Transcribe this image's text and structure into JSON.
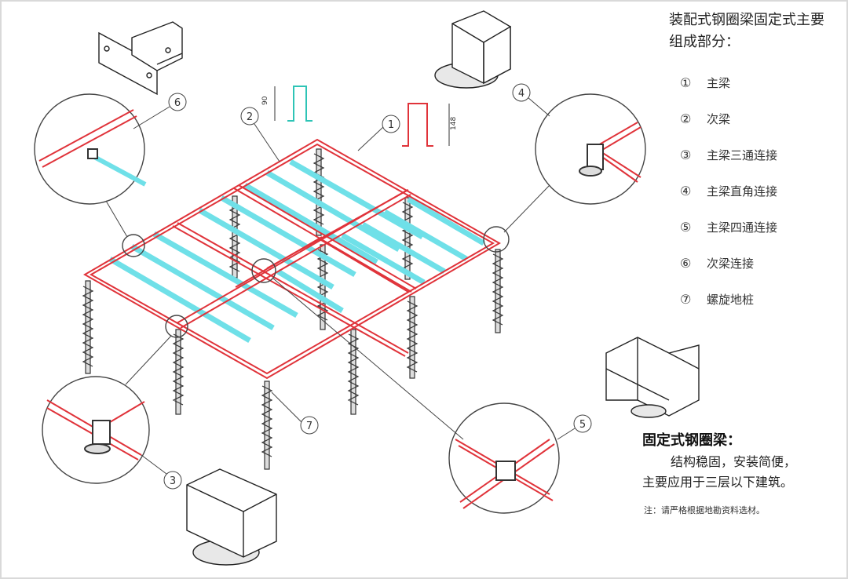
{
  "title_line1": "装配式钢圈梁固定式主要",
  "title_line2": "组成部分：",
  "legend": [
    {
      "num": "①",
      "label": "主梁"
    },
    {
      "num": "②",
      "label": "次梁"
    },
    {
      "num": "③",
      "label": "主梁三通连接"
    },
    {
      "num": "④",
      "label": "主梁直角连接"
    },
    {
      "num": "⑤",
      "label": "主梁四通连接"
    },
    {
      "num": "⑥",
      "label": "次梁连接"
    },
    {
      "num": "⑦",
      "label": "螺旋地桩"
    }
  ],
  "note": {
    "title": "固定式钢圈梁：",
    "line1": "结构稳固，安装简便，",
    "line2": "主要应用于三层以下建筑。"
  },
  "small_note": "注：请严格根据地勘资料选材。",
  "callouts": [
    "1",
    "2",
    "3",
    "4",
    "5",
    "6",
    "7"
  ],
  "dim_secondary": "90",
  "dim_main": "148",
  "colors": {
    "main_beam": "#e0333a",
    "secondary_beam": "#6fe0e8",
    "outline": "#333333"
  }
}
